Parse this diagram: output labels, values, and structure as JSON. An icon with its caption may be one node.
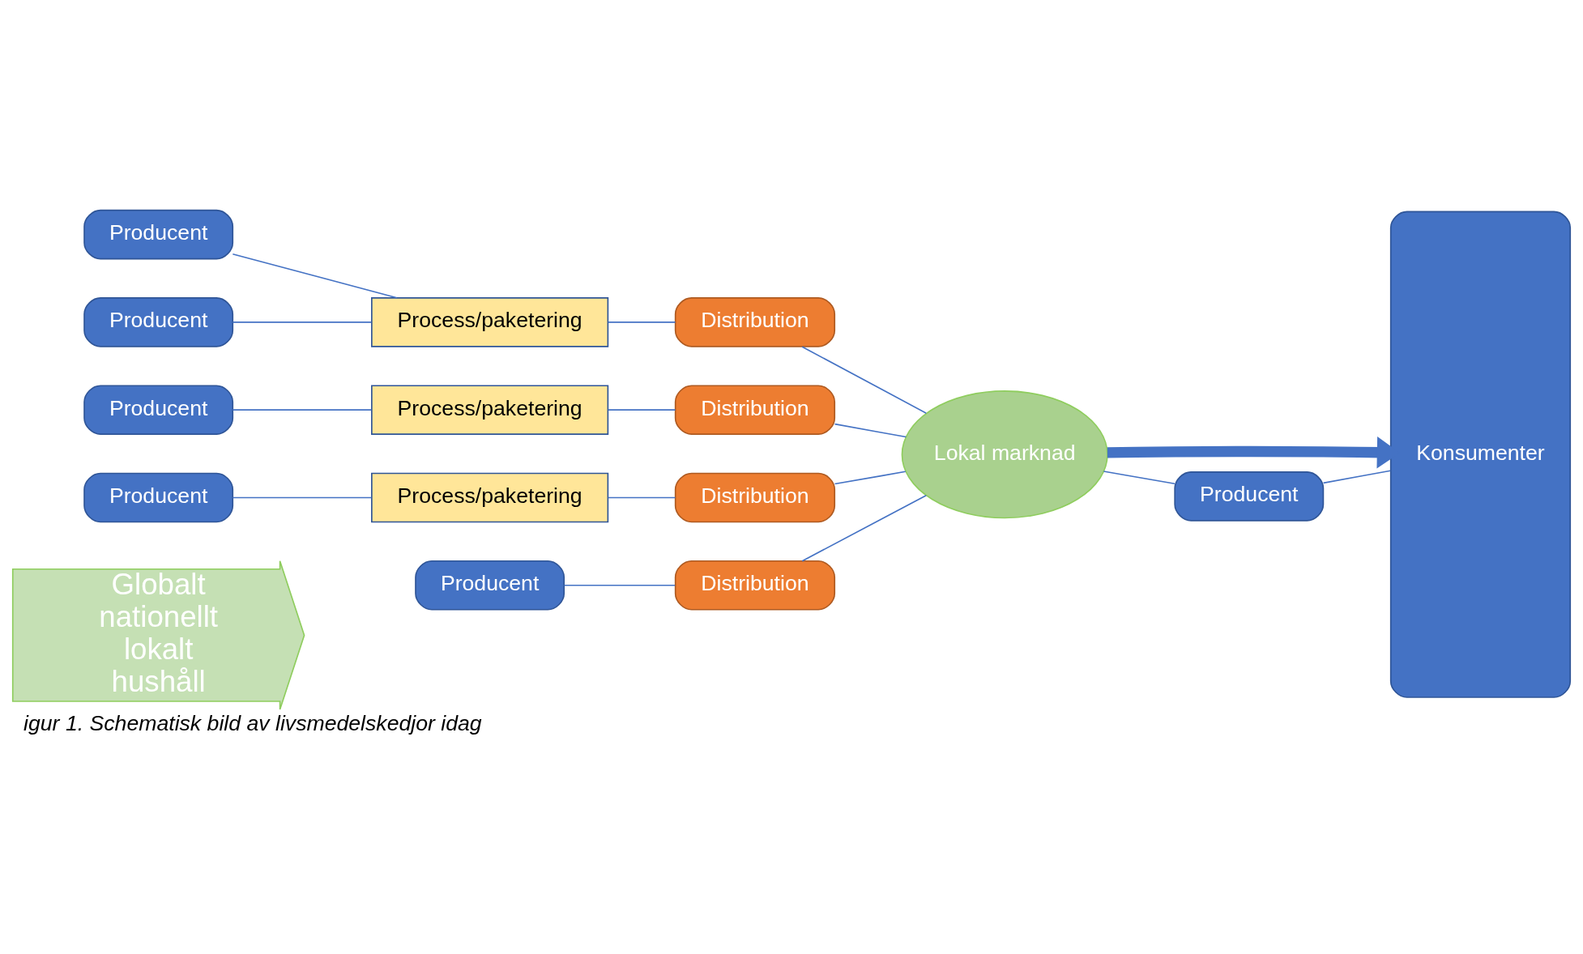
{
  "diagram": {
    "caption": "igur 1. Schematisk bild av livsmedelskedjor idag",
    "nodes": [
      {
        "text": [
          "Globalt",
          "nationellt",
          "lokalt",
          "hushåll"
        ]
      },
      {
        "text": [
          "Producent"
        ]
      },
      {
        "text": [
          "Producent"
        ]
      },
      {
        "text": [
          "Producent"
        ]
      },
      {
        "text": [
          "Process/paketering"
        ]
      },
      {
        "text": [
          "Distribution"
        ]
      },
      {
        "text": [
          "Process/paketering"
        ]
      },
      {
        "text": [
          "Distribution"
        ]
      },
      {
        "text": [
          "Producent"
        ]
      },
      {
        "text": [
          "Process/paketering"
        ]
      },
      {
        "text": [
          "Distribution"
        ]
      },
      {
        "text": [
          "Lokal marknad"
        ]
      },
      {
        "text": [
          "Konsumenter"
        ]
      },
      {
        "text": [
          "Producent"
        ]
      },
      {
        "text": [
          "Distribution"
        ]
      },
      {
        "text": [
          "Producent"
        ]
      }
    ],
    "edges": [
      {
        "from": 2,
        "to": 4,
        "arrow": "none"
      },
      {
        "from": 1,
        "to": 4,
        "arrow": "none"
      },
      {
        "from": 4,
        "to": 5,
        "arrow": "none"
      },
      {
        "from": 5,
        "to": 11,
        "arrow": "none"
      },
      {
        "from": 3,
        "to": 6,
        "arrow": "none"
      },
      {
        "from": 6,
        "to": 7,
        "arrow": "none"
      },
      {
        "from": 7,
        "to": 11,
        "arrow": "none"
      },
      {
        "from": 8,
        "to": 9,
        "arrow": "none"
      },
      {
        "from": 9,
        "to": 10,
        "arrow": "none"
      },
      {
        "from": 10,
        "to": 11,
        "arrow": "none"
      },
      {
        "from": 13,
        "to": 14,
        "arrow": "none"
      },
      {
        "from": 14,
        "to": 11,
        "arrow": "none"
      },
      {
        "from": 11,
        "to": 15,
        "arrow": "none"
      },
      {
        "from": 15,
        "to": 12,
        "arrow": "none"
      },
      {
        "from": 11,
        "to": 12,
        "arrow": "to",
        "style": "thick"
      }
    ]
  }
}
